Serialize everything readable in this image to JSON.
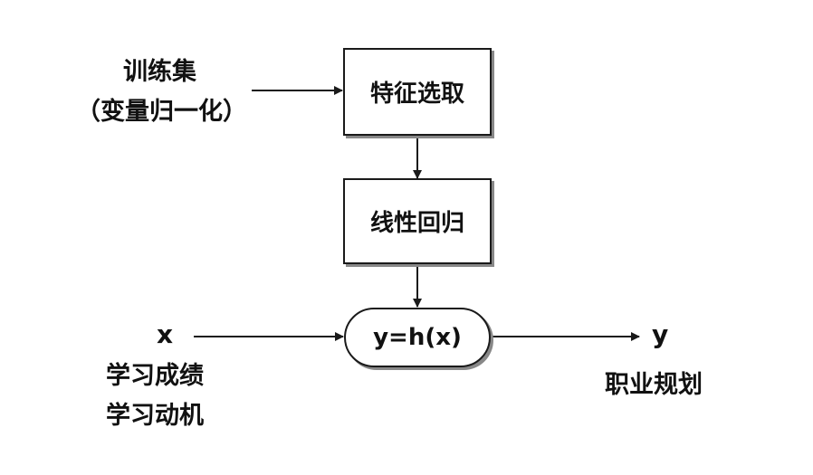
{
  "input_label": {
    "line1": "训练集",
    "line2": "（变量归一化）"
  },
  "boxes": {
    "feature_selection": "特征选取",
    "linear_regression": "线性回归"
  },
  "model": "y=h(x)",
  "x_input": {
    "symbol": "x",
    "line1": "学习成绩",
    "line2": "学习动机"
  },
  "y_output": {
    "symbol": "y",
    "line1": "职业规划"
  }
}
